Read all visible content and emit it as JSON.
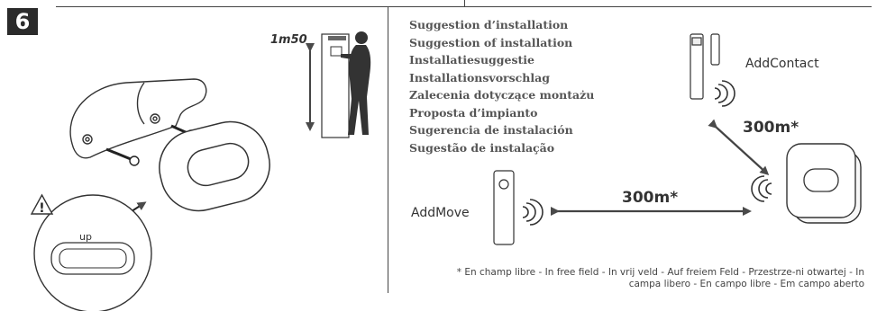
{
  "step_number": "6",
  "mounting": {
    "height_label": "1m50",
    "orientation_label": "up"
  },
  "suggestions": [
    "Suggestion d’installation",
    "Suggestion of installation",
    "Installatiesuggestie",
    "Installationsvorschlag",
    "Zalecenia dotyczące montażu",
    "Proposta d’impianto",
    "Sugerencia de instalación",
    "Sugestão de instalação"
  ],
  "devices": {
    "contact": "AddContact",
    "move": "AddMove"
  },
  "distances": {
    "contact_to_hub": "300m*",
    "move_to_hub": "300m*"
  },
  "footnote": "* En champ libre - In free field - In vrij veld - Auf freiem Feld - Przestrze-ni otwartej - In campa libero - En campo libre - Em campo aberto"
}
